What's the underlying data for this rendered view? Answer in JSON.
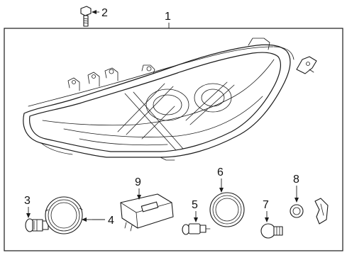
{
  "callouts": {
    "c1": "1",
    "c2": "2",
    "c3": "3",
    "c4": "4",
    "c5": "5",
    "c6": "6",
    "c7": "7",
    "c8": "8",
    "c9": "9"
  }
}
